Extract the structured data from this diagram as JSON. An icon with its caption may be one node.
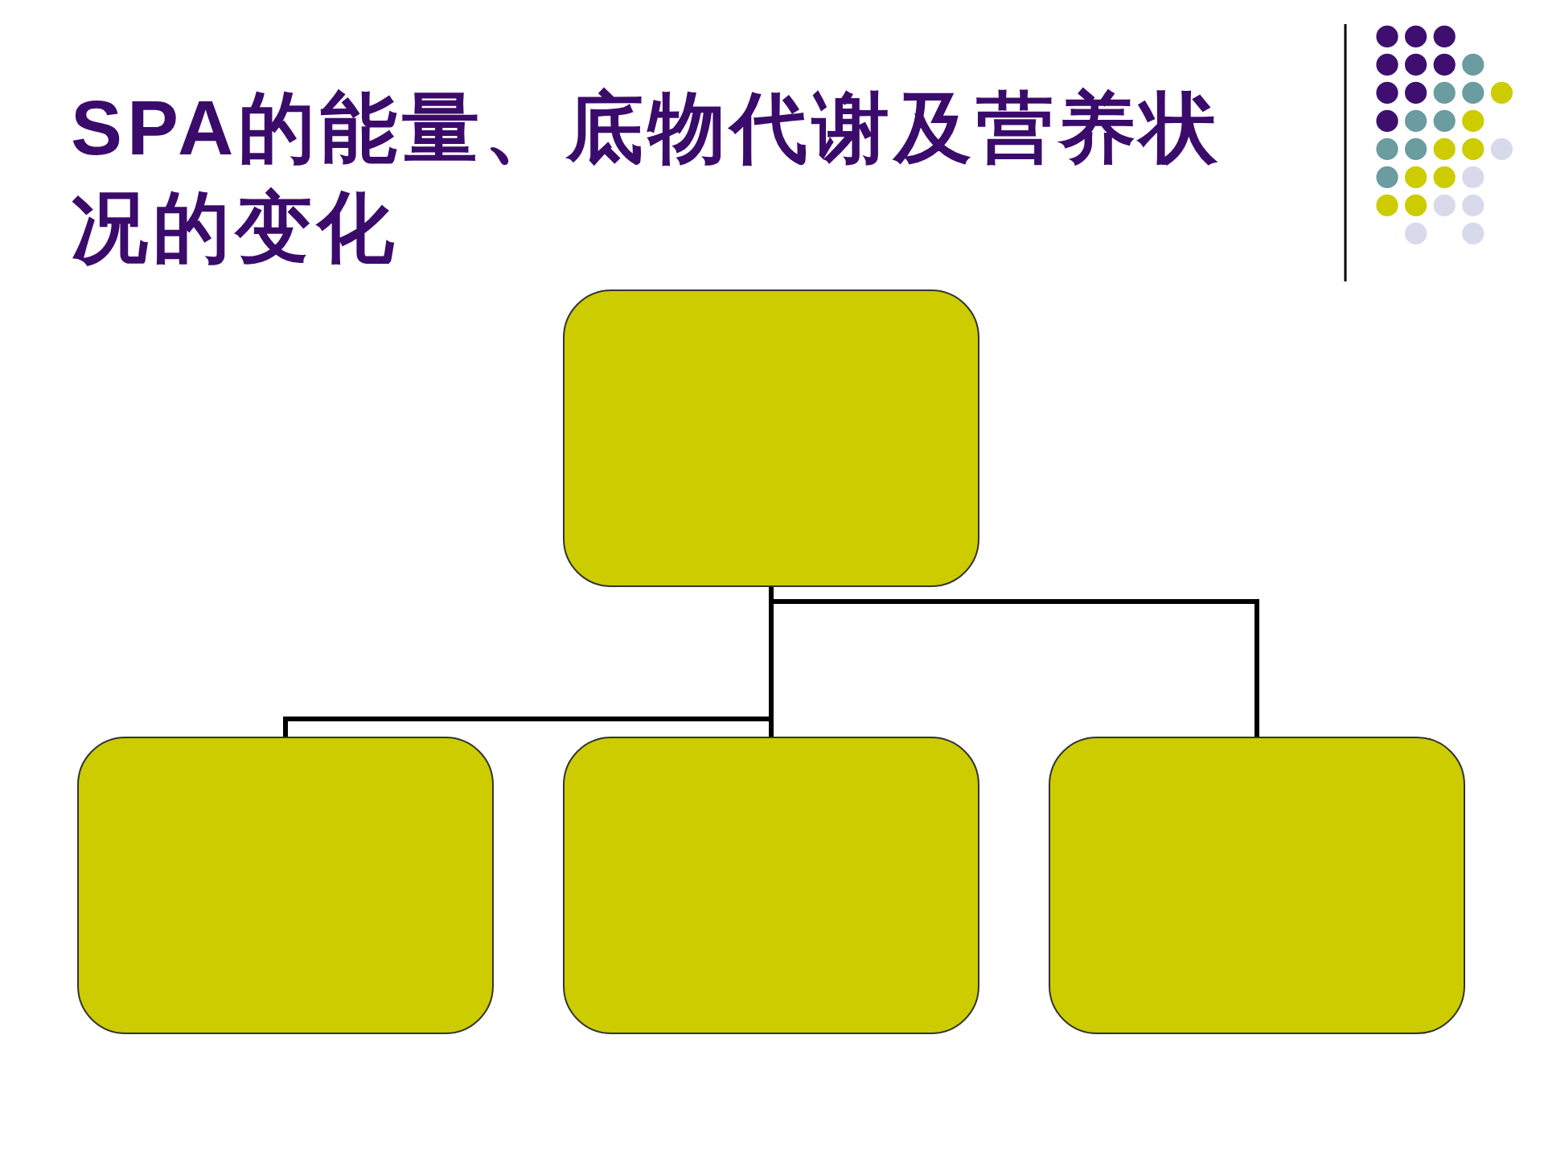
{
  "diagram": {
    "title": "SPA的能量、底物代谢及营养状况的变化",
    "nodes": [
      {
        "text": [],
        "shape": "box"
      },
      {
        "text": [],
        "shape": "box"
      },
      {
        "text": [],
        "shape": "box"
      },
      {
        "text": [],
        "shape": "box"
      }
    ],
    "edges": [
      {
        "from": 0,
        "to": 1,
        "arrow": "none"
      },
      {
        "from": 0,
        "to": 2,
        "arrow": "none"
      },
      {
        "from": 0,
        "to": 3,
        "arrow": "none"
      }
    ]
  }
}
